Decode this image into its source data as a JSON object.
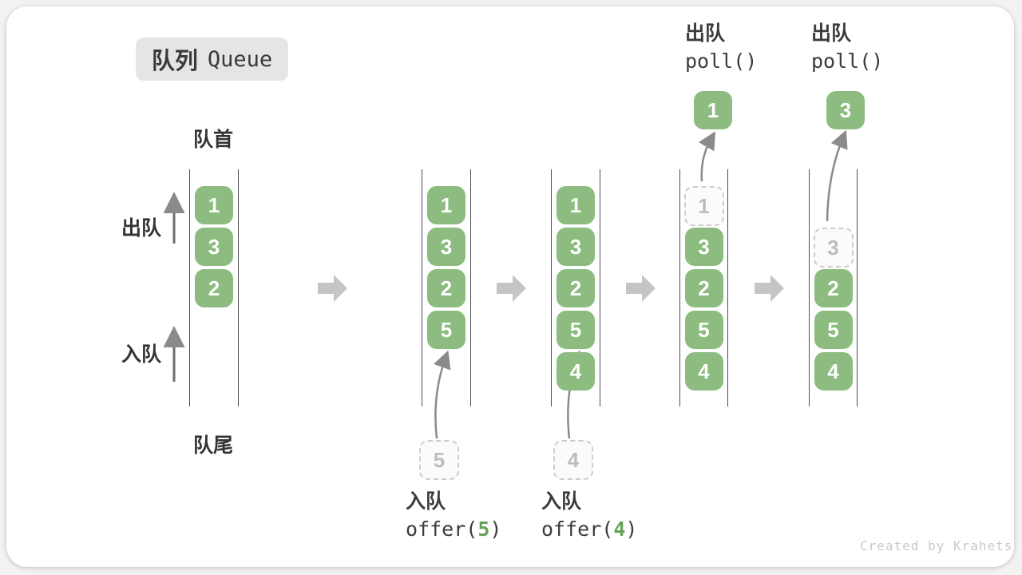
{
  "title": {
    "zh": "队列",
    "en": "Queue"
  },
  "labels": {
    "front": "队首",
    "rear": "队尾",
    "dequeue": "出队",
    "enqueue": "入队"
  },
  "ops": {
    "offer5": {
      "action": "入队",
      "fn": "offer(",
      "arg": "5",
      "close": ")",
      "ghost": "5"
    },
    "offer4": {
      "action": "入队",
      "fn": "offer(",
      "arg": "4",
      "close": ")",
      "ghost": "4"
    },
    "poll1": {
      "action": "出队",
      "code": "poll()",
      "value": "1"
    },
    "poll2": {
      "action": "出队",
      "code": "poll()",
      "value": "3"
    }
  },
  "columns": [
    {
      "items": [
        {
          "v": "1"
        },
        {
          "v": "3"
        },
        {
          "v": "2"
        }
      ]
    },
    {
      "items": [
        {
          "v": "1"
        },
        {
          "v": "3"
        },
        {
          "v": "2"
        },
        {
          "v": "5"
        }
      ]
    },
    {
      "items": [
        {
          "v": "1"
        },
        {
          "v": "3"
        },
        {
          "v": "2"
        },
        {
          "v": "5"
        },
        {
          "v": "4"
        }
      ]
    },
    {
      "ghost": "1",
      "items": [
        {
          "v": "3"
        },
        {
          "v": "2"
        },
        {
          "v": "5"
        },
        {
          "v": "4"
        }
      ]
    },
    {
      "ghost": "3",
      "items": [
        {
          "v": "2"
        },
        {
          "v": "5"
        },
        {
          "v": "4"
        }
      ]
    }
  ],
  "colors": {
    "item_green": "#8CBC7F",
    "arg_green": "#67A25A",
    "flow_arrow": "#C5C5C5",
    "thin_arrow": "#8A8A8A",
    "badge_bg": "#E5E5E5",
    "text_dark": "#3C3C3C",
    "ghost_border": "#CCCCCC",
    "ghost_text": "#BDBDBD"
  },
  "watermark": "Created by Krahets"
}
